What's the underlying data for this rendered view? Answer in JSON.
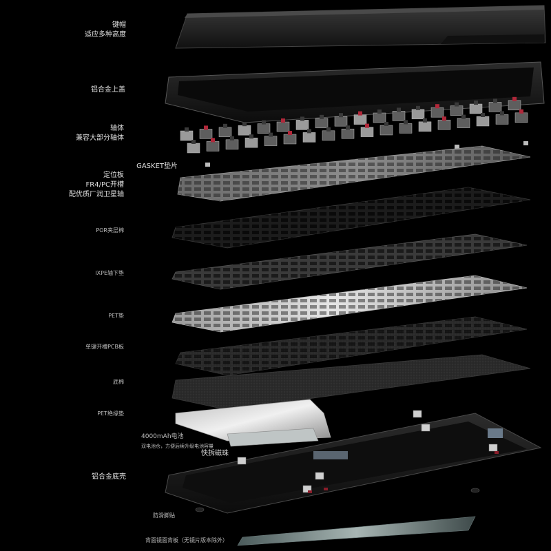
{
  "labels": {
    "keycap": {
      "line1": "键帽",
      "line2": "适应多种高度"
    },
    "top_case": "铝合金上盖",
    "switch": {
      "line1": "轴体",
      "line2": "兼容大部分轴体"
    },
    "gasket": "GASKET垫片",
    "plate": {
      "line1": "定位板",
      "line2": "FR4/PC开槽",
      "line3": "配优质厂润卫星轴"
    },
    "por_foam": "POR夹层棉",
    "ixpe": "IXPE轴下垫",
    "pet": "PET垫",
    "pcb": "单键开槽PCB板",
    "bottom_foam": "底棉",
    "pet_insulation": "PET绝缘垫",
    "battery": {
      "line1": "4000mAh电池",
      "line2": "双电池仓，方便后续升级电池容量"
    },
    "magnet": "快拆磁珠",
    "bottom_case": "铝合金底壳",
    "feet": "防滑脚贴",
    "back_plate": "背面镜面背板（无镜片版本除外）"
  },
  "colors": {
    "background": "#000000",
    "case": "#1b1b1b",
    "plate": "#7a7a7a",
    "pet": "#c9c9c9",
    "switch_stem": "#b0283a"
  }
}
